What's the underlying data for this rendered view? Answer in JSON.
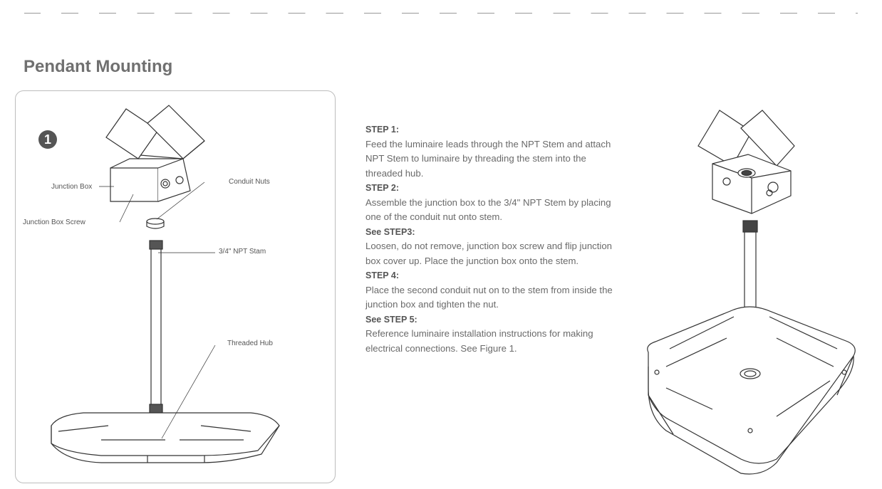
{
  "page": {
    "title": "Pendant Mounting"
  },
  "figure": {
    "step_number": "1",
    "labels": {
      "junction_box": "Junction Box",
      "junction_box_screw": "Junction Box Screw",
      "conduit_nuts": "Conduit Nuts",
      "npt_stem": "3/4\" NPT Stam",
      "threaded_hub": "Threaded Hub"
    }
  },
  "steps": [
    {
      "heading": "STEP 1:",
      "text": "Feed the luminaire leads through the NPT Stem and attach NPT Stem to luminaire by threading the stem into the threaded hub."
    },
    {
      "heading": "STEP 2:",
      "text": "Assemble the junction box to the 3/4\" NPT Stem by placing one of the conduit nut onto stem."
    },
    {
      "heading": "See STEP3:",
      "text": "Loosen, do not remove, junction box screw and flip junction box cover up. Place the junction box onto the stem."
    },
    {
      "heading": "STEP 4:",
      "text": "Place the second conduit nut on to the stem from inside the junction box and tighten the nut."
    },
    {
      "heading": "See STEP 5:",
      "text": "Reference luminaire installation instructions for making electrical connections. See Figure 1."
    }
  ]
}
